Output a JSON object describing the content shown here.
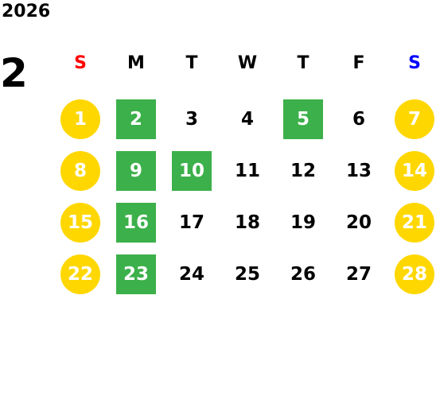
{
  "calendar": {
    "year": "2026",
    "month": "2",
    "weekdays": [
      {
        "label": "S",
        "color": "#ff0000"
      },
      {
        "label": "M",
        "color": "#000000"
      },
      {
        "label": "T",
        "color": "#000000"
      },
      {
        "label": "W",
        "color": "#000000"
      },
      {
        "label": "T",
        "color": "#000000"
      },
      {
        "label": "F",
        "color": "#000000"
      },
      {
        "label": "S",
        "color": "#0000ff"
      }
    ],
    "colors": {
      "holiday_circle": "#ffd700",
      "marked_square": "#3cb04a",
      "text": "#000000",
      "highlight_text": "#ffffff"
    },
    "weeks": [
      [
        {
          "day": "1",
          "style": "holiday"
        },
        {
          "day": "2",
          "style": "marked"
        },
        {
          "day": "3",
          "style": "plain"
        },
        {
          "day": "4",
          "style": "plain"
        },
        {
          "day": "5",
          "style": "marked"
        },
        {
          "day": "6",
          "style": "plain"
        },
        {
          "day": "7",
          "style": "holiday"
        }
      ],
      [
        {
          "day": "8",
          "style": "holiday"
        },
        {
          "day": "9",
          "style": "marked"
        },
        {
          "day": "10",
          "style": "marked"
        },
        {
          "day": "11",
          "style": "plain"
        },
        {
          "day": "12",
          "style": "plain"
        },
        {
          "day": "13",
          "style": "plain"
        },
        {
          "day": "14",
          "style": "holiday"
        }
      ],
      [
        {
          "day": "15",
          "style": "holiday"
        },
        {
          "day": "16",
          "style": "marked"
        },
        {
          "day": "17",
          "style": "plain"
        },
        {
          "day": "18",
          "style": "plain"
        },
        {
          "day": "19",
          "style": "plain"
        },
        {
          "day": "20",
          "style": "plain"
        },
        {
          "day": "21",
          "style": "holiday"
        }
      ],
      [
        {
          "day": "22",
          "style": "holiday"
        },
        {
          "day": "23",
          "style": "marked"
        },
        {
          "day": "24",
          "style": "plain"
        },
        {
          "day": "25",
          "style": "plain"
        },
        {
          "day": "26",
          "style": "plain"
        },
        {
          "day": "27",
          "style": "plain"
        },
        {
          "day": "28",
          "style": "holiday"
        }
      ]
    ]
  }
}
